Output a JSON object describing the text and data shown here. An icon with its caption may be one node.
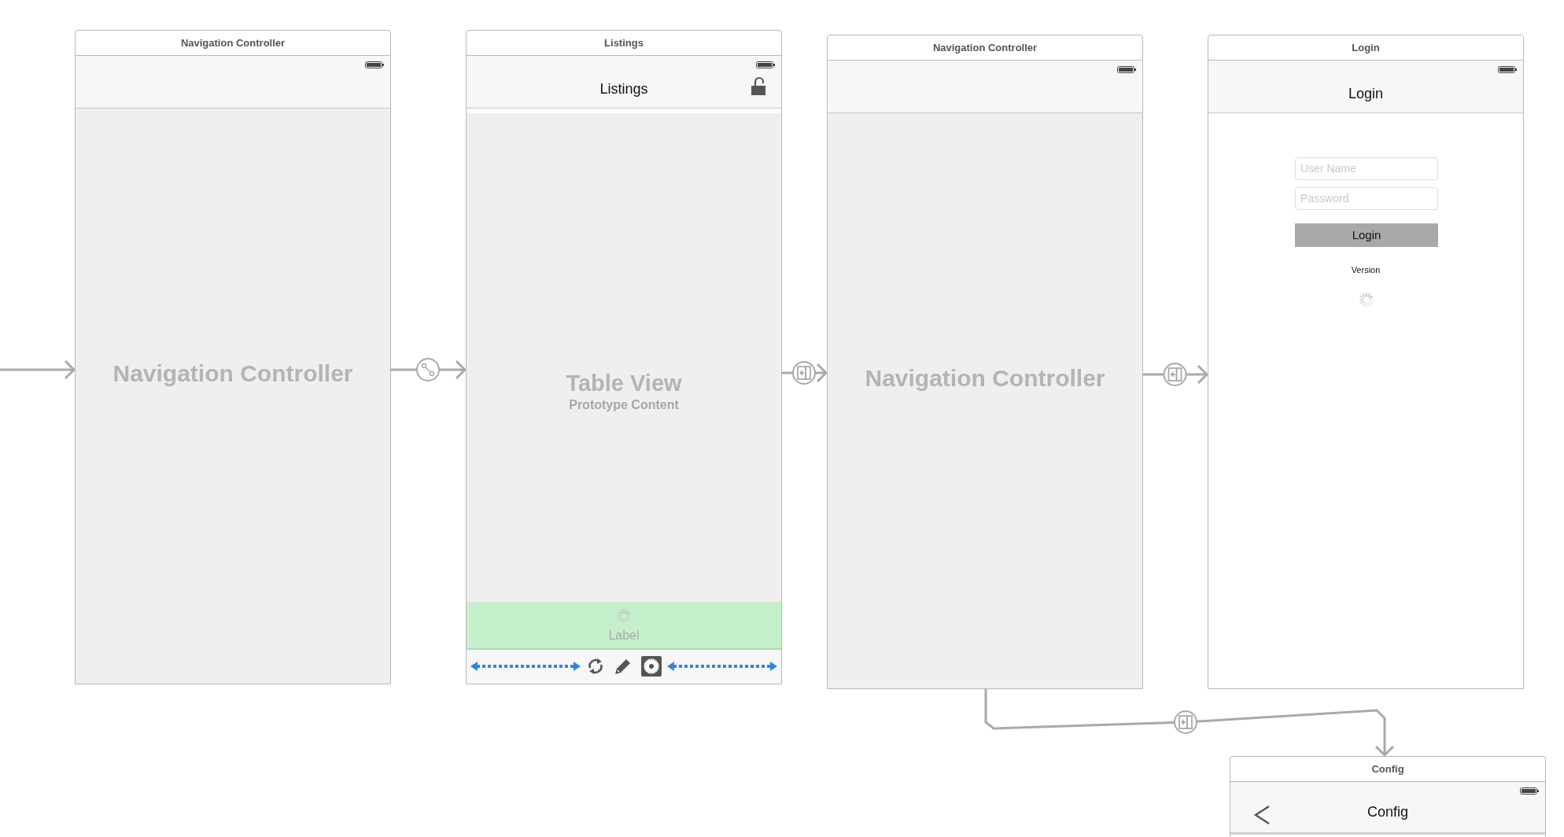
{
  "diagram": {
    "nodes": [
      {
        "text": [
          "Navigation Controller",
          "Navigation Controller"
        ]
      },
      {
        "text": [
          "Listings",
          "Listings"
        ]
      },
      {
        "text": [
          "Table View",
          "Prototype Content"
        ],
        "in": 1
      },
      {
        "text": [
          "Label"
        ],
        "in": 1
      },
      {
        "text": [
          "Navigation Controller",
          "Navigation Controller"
        ]
      },
      {
        "text": [
          "Login",
          "Login"
        ]
      },
      {
        "text": [
          "User Name"
        ],
        "in": 5
      },
      {
        "text": [
          "Password"
        ],
        "in": 5
      },
      {
        "text": [
          "Login"
        ],
        "in": 5
      },
      {
        "text": [
          "Config",
          "Config"
        ]
      }
    ],
    "edges": [
      {
        "from": null,
        "to": 0,
        "arrow": "to"
      },
      {
        "from": 0,
        "to": 1,
        "arrow": "to"
      },
      {
        "from": 1,
        "to": 4,
        "arrow": "to"
      },
      {
        "from": 4,
        "to": 5,
        "arrow": "to"
      },
      {
        "from": 4,
        "to": 9,
        "arrow": "to"
      }
    ],
    "labels": [
      "Version"
    ]
  }
}
